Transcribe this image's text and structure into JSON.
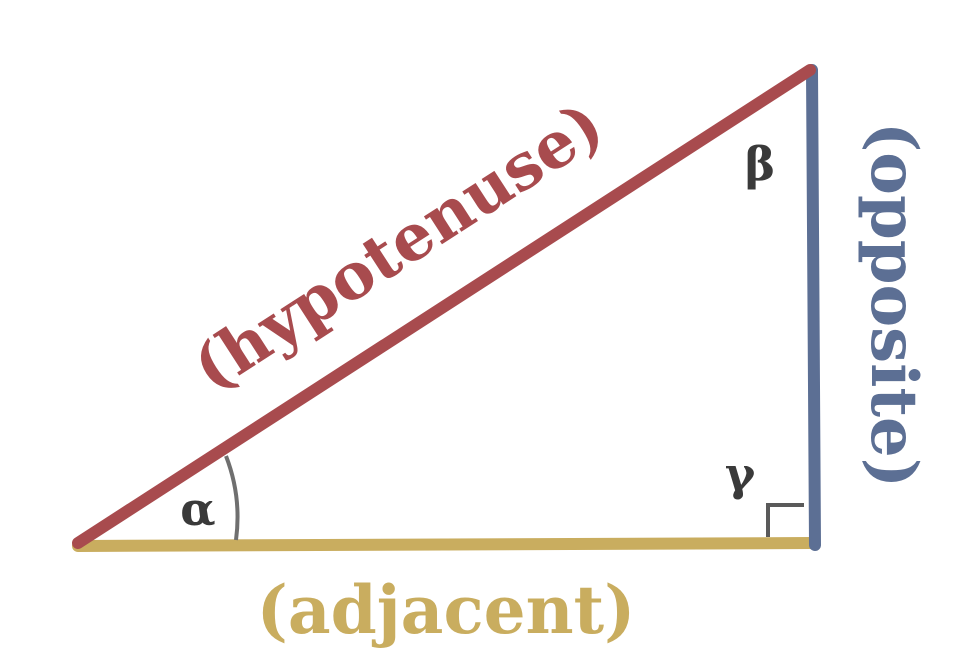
{
  "labels": {
    "hypotenuse": "(hypotenuse)",
    "opposite": "(opposite)",
    "adjacent": "(adjacent)",
    "alpha": "α",
    "beta": "β",
    "gamma": "γ"
  },
  "colors": {
    "hypotenuse": "#a84b4e",
    "opposite": "#5c6f94",
    "adjacent": "#c9ad5f",
    "angle_text": "#3a3a3a",
    "angle_mark": "#6f6f6f",
    "background": "#ffffff"
  }
}
